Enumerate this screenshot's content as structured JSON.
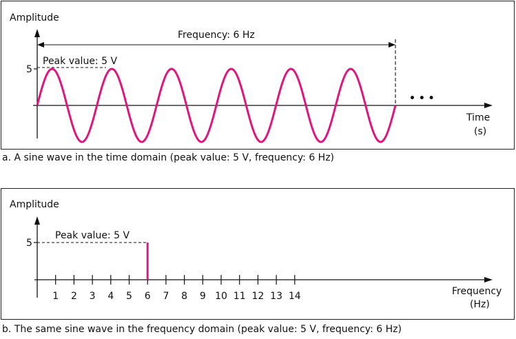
{
  "panel_a": {
    "y_axis_label": "Amplitude",
    "x_axis_label_line1": "Time",
    "x_axis_label_line2": "(s)",
    "frequency_label": "Frequency: 6 Hz",
    "peak_label": "Peak value: 5 V",
    "y_tick_label": "5",
    "continuation": "• • •",
    "caption": "a. A sine wave in the time domain (peak value: 5 V, frequency: 6 Hz)"
  },
  "panel_b": {
    "y_axis_label": "Amplitude",
    "x_axis_label_line1": "Frequency",
    "x_axis_label_line2": "(Hz)",
    "peak_label": "Peak value: 5 V",
    "y_tick_label": "5",
    "x_ticks": [
      "1",
      "2",
      "3",
      "4",
      "5",
      "6",
      "7",
      "8",
      "9",
      "10",
      "11",
      "12",
      "13",
      "14"
    ],
    "caption": "b. The same sine wave in the frequency domain (peak value: 5 V, frequency: 6 Hz)"
  },
  "chart_data": [
    {
      "type": "line",
      "peak_value": 5,
      "cycles": 6,
      "frequency": 6,
      "colors": {
        "signal": "#e0157f",
        "axis": "#111111"
      }
    },
    {
      "type": "bar",
      "x": [
        1,
        2,
        3,
        4,
        5,
        6,
        7,
        8,
        9,
        10,
        11,
        12,
        13,
        14
      ],
      "values": [
        0,
        0,
        0,
        0,
        0,
        5,
        0,
        0,
        0,
        0,
        0,
        0,
        0,
        0
      ],
      "colors": {
        "signal": "#e0157f",
        "axis": "#111111"
      }
    }
  ]
}
